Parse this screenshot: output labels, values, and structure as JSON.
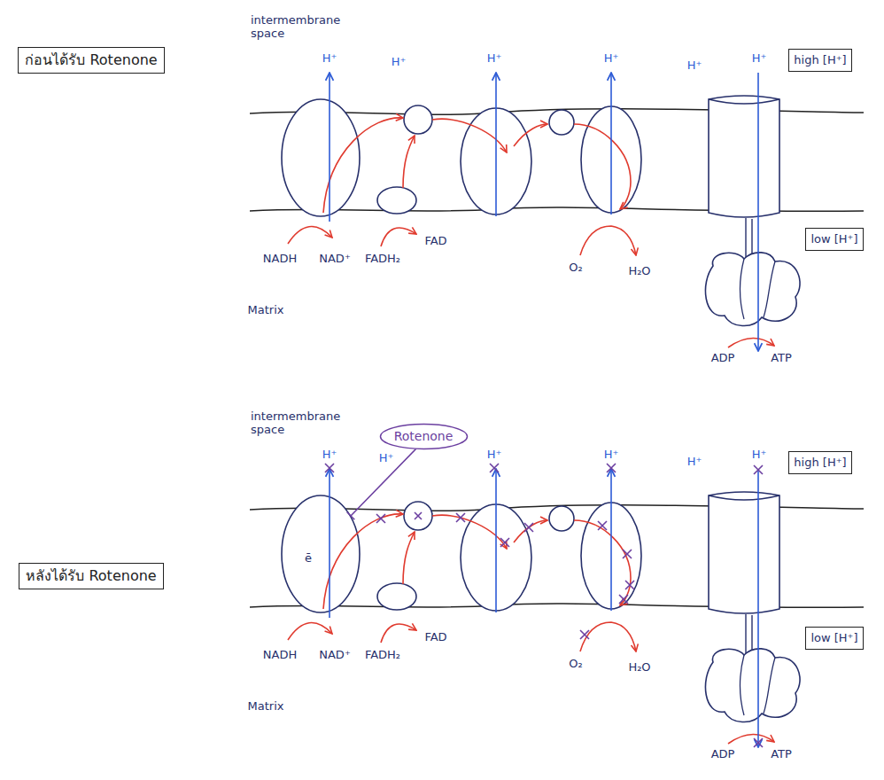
{
  "diagram": {
    "nodes": [
      {
        "text": [
          "ก่อนได้รับ Rotenone"
        ]
      },
      {
        "text": [
          "high [H⁺]"
        ]
      },
      {
        "text": [
          "low [H⁺]"
        ]
      },
      {
        "text": [
          "Rotenone"
        ]
      },
      {
        "text": [
          "high [H⁺]"
        ]
      },
      {
        "text": [
          "หลังได้รับ Rotenone"
        ]
      },
      {
        "text": [
          "low [H⁺]"
        ]
      }
    ],
    "labels": [
      "intermembrane space",
      "H⁺",
      "H⁺",
      "H⁺",
      "H⁺",
      "H⁺",
      "H⁺",
      "NADH",
      "NAD⁺",
      "FADH₂",
      "FAD",
      "O₂",
      "H₂O",
      "Matrix",
      "ADP",
      "ATP",
      "intermembrane space",
      "H⁺",
      "H⁺",
      "H⁺",
      "H⁺",
      "H⁺",
      "H⁺",
      "ē",
      "NADH",
      "NAD⁺",
      "FADH₂",
      "FAD",
      "O₂",
      "H₂O",
      "Matrix",
      "ADP",
      "ATP"
    ]
  }
}
